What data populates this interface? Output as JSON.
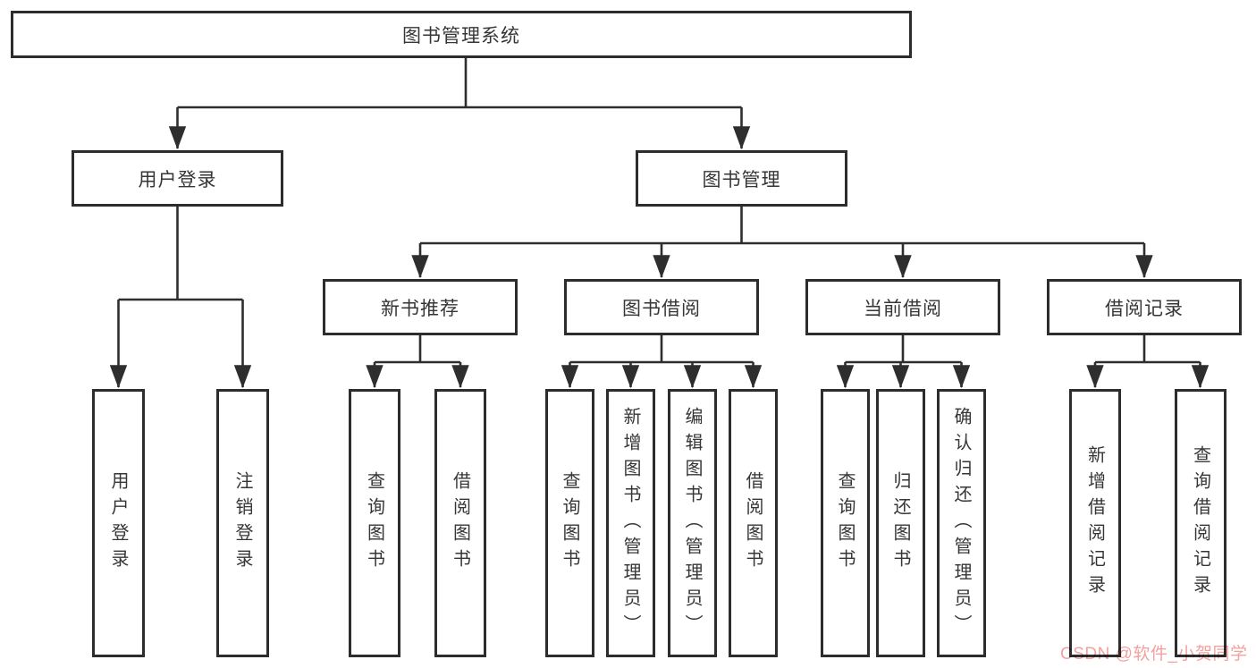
{
  "diagram": {
    "title": "图书管理系统",
    "root": {
      "label": "图书管理系统"
    },
    "level2": [
      {
        "id": "user-login",
        "label": "用户登录"
      },
      {
        "id": "book-management",
        "label": "图书管理"
      }
    ],
    "level3": [
      {
        "id": "new-book-recommend",
        "label": "新书推荐",
        "parent": "book-management"
      },
      {
        "id": "book-borrow",
        "label": "图书借阅",
        "parent": "book-management"
      },
      {
        "id": "current-borrow",
        "label": "当前借阅",
        "parent": "book-management"
      },
      {
        "id": "borrow-record",
        "label": "借阅记录",
        "parent": "book-management"
      }
    ],
    "leaves": [
      {
        "group": "user-login",
        "label": "用户登录"
      },
      {
        "group": "user-login",
        "label": "注销登录"
      },
      {
        "group": "new-book-recommend",
        "label": "查询图书"
      },
      {
        "group": "new-book-recommend",
        "label": "借阅图书"
      },
      {
        "group": "book-borrow",
        "label": "查询图书"
      },
      {
        "group": "book-borrow",
        "label": "新增图书（管理员）"
      },
      {
        "group": "book-borrow",
        "label": "编辑图书（管理员）"
      },
      {
        "group": "book-borrow",
        "label": "借阅图书"
      },
      {
        "group": "current-borrow",
        "label": "查询图书"
      },
      {
        "group": "current-borrow",
        "label": "归还图书"
      },
      {
        "group": "current-borrow",
        "label": "确认归还（管理员）"
      },
      {
        "group": "borrow-record",
        "label": "新增借阅记录"
      },
      {
        "group": "borrow-record",
        "label": "查询借阅记录"
      }
    ]
  },
  "watermark": {
    "text": "CSDN @软件_小贺同学"
  },
  "colors": {
    "background": "#ffffff",
    "box_border": "#2d2d2d",
    "connector": "#2e2e2e",
    "text": "#363636",
    "watermark": "#f2a2a0"
  }
}
